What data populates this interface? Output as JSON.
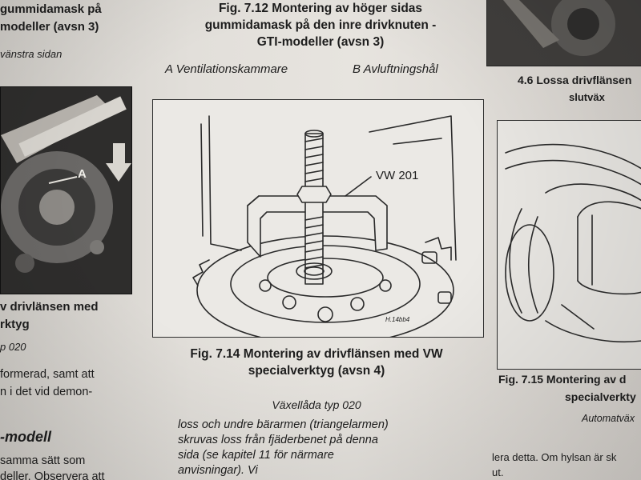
{
  "left": {
    "heading_line1": "gummidamask på",
    "heading_line2": "modeller (avsn 3)",
    "subcaption": "vänstra sidan",
    "photo_label": "A",
    "caption_line1": "v drivlänsen med",
    "caption_line2": "rktyg",
    "caption_sub": "p 020",
    "body_line1": "formerad, samt att",
    "body_line2": "n i det vid demon-",
    "section_heading": "-modell",
    "body_line3": "samma sätt som",
    "body_line4": "deller. Observera att"
  },
  "center": {
    "fig12_line1": "Fig. 7.12 Montering av höger sidas",
    "fig12_line2": "gummidamask på den inre drivknuten -",
    "fig12_line3": "GTI-modeller (avsn 3)",
    "legend_a": "A Ventilationskammare",
    "legend_b": "B Avluftningshål",
    "diagram_label": "VW 201",
    "diagram_mark": "H.14bb4",
    "fig14_line1": "Fig. 7.14 Montering av drivflänsen med VW",
    "fig14_line2": "specialverktyg (avsn 4)",
    "fig14_sub": "Växellåda typ 020",
    "body_line1": "loss och undre bärarmen (triangelarmen)",
    "body_line2": "skruvas loss från fjäderbenet på denna",
    "body_line3": "sida (se kapitel 11 för närmare",
    "body_line4": "anvisningar). Vi"
  },
  "right": {
    "fig46_line1": "4.6 Lossa drivflänsen",
    "fig46_line2": "slutväx",
    "fig15_line1": "Fig. 7.15 Montering av d",
    "fig15_line2": "specialverkty",
    "fig15_sub": "Automatväx",
    "body_line1": "lera detta. Om hylsan är sk",
    "body_line2": "ut."
  }
}
